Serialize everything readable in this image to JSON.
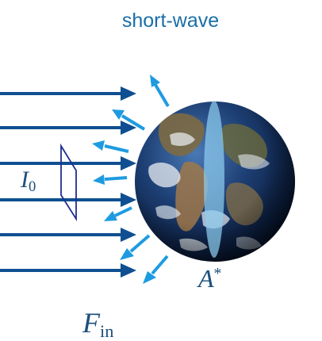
{
  "title": "short-wave",
  "labels": {
    "incident_intensity": {
      "main": "I",
      "subscript": "0"
    },
    "albedo": {
      "main": "A",
      "superscript": "*"
    },
    "incoming_flux": {
      "main": "F",
      "subscript": "in"
    }
  },
  "colors": {
    "title": "#1a6ea8",
    "incoming_arrows": "#0f4f91",
    "reflected_arrows": "#1e9be0",
    "disc": "#8ecdf0",
    "labels": "#1c4f7c",
    "aperture": "#1d2f8f"
  },
  "icons": {
    "planet": "earth-globe-icon"
  }
}
